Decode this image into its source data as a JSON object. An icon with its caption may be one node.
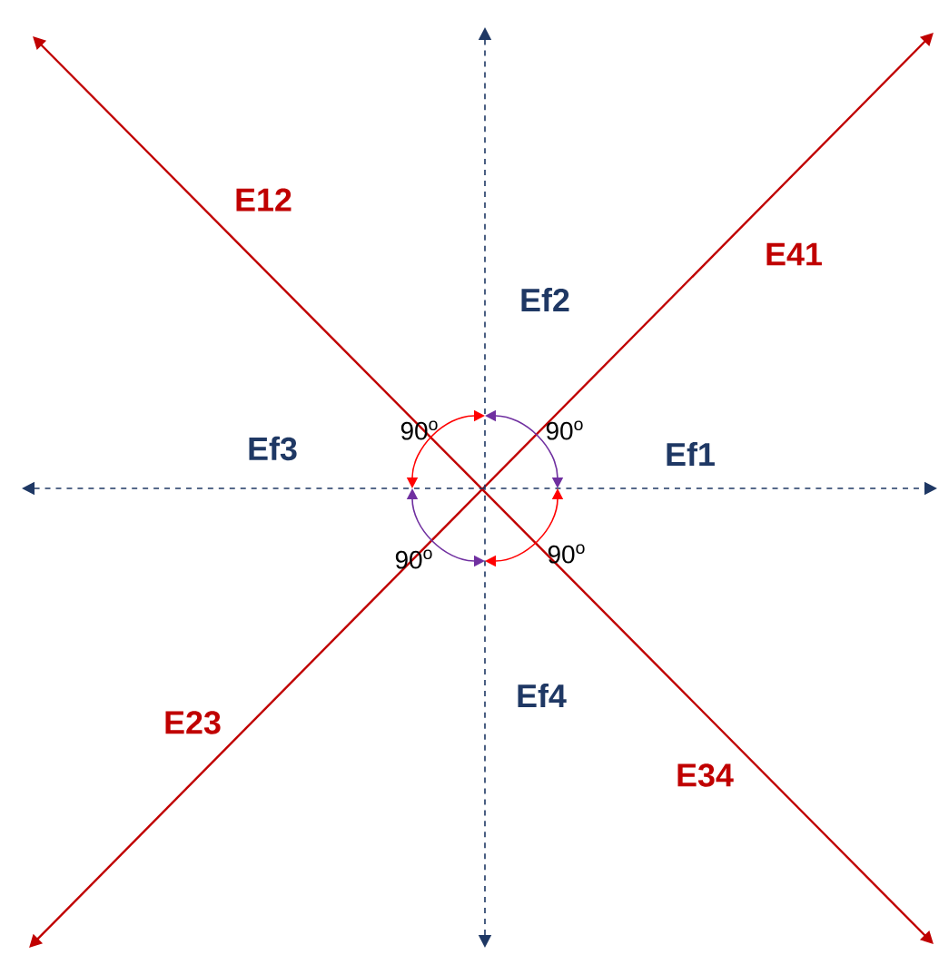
{
  "diagram": {
    "labels": [
      "E12",
      "E41",
      "Ef2",
      "90$^{o}$",
      "90$^{o}$",
      "Ef3",
      "Ef1",
      "90$^{o}$",
      "90$^{o}$",
      "Ef4",
      "E23",
      "E34"
    ]
  }
}
